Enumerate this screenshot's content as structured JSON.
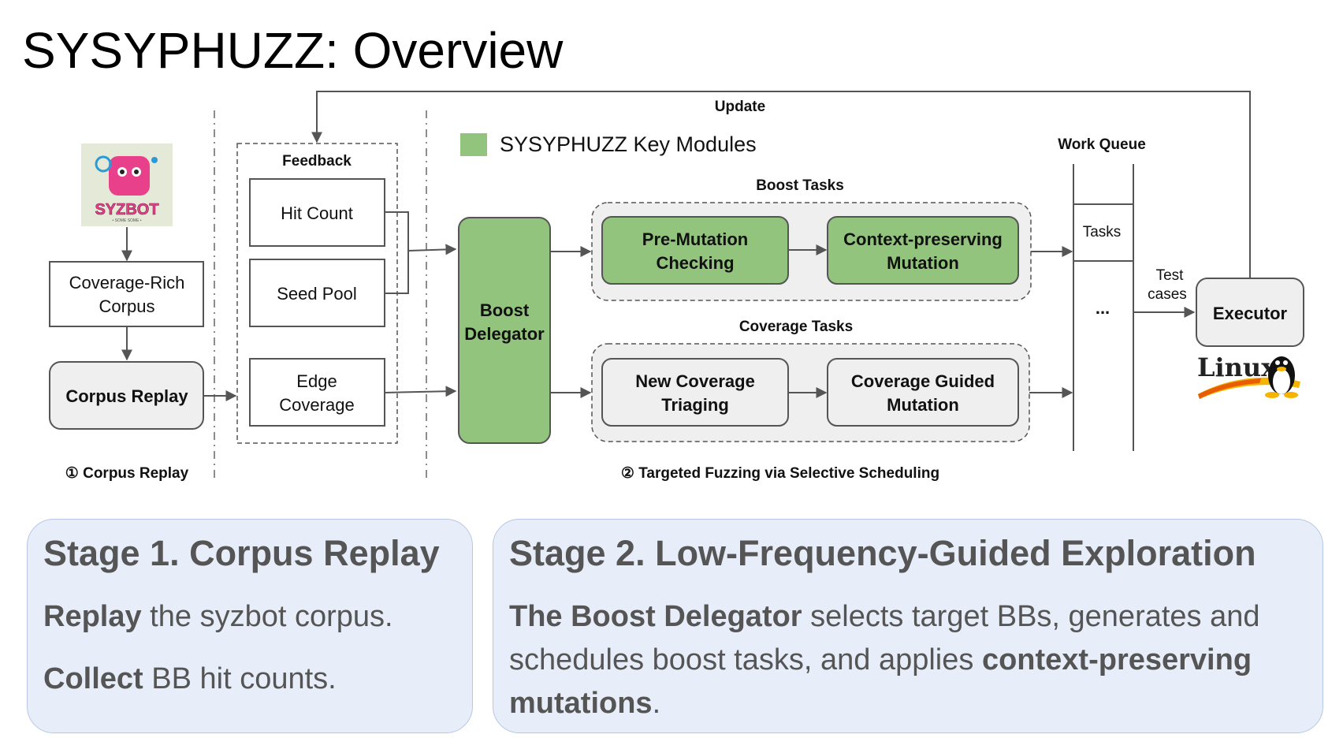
{
  "slide": {
    "title": "SYSYPHUZZ: Overview"
  },
  "legend": {
    "label": "SYSYPHUZZ Key Modules",
    "color": "#93c47d"
  },
  "diagram": {
    "update_label": "Update",
    "syzbot_logo": {
      "text": "SYZBOT",
      "subtext": "• SOME SOME •"
    },
    "corpus": "Coverage-Rich Corpus",
    "corpus_replay": "Corpus Replay",
    "feedback": {
      "title": "Feedback",
      "hit_count": "Hit Count",
      "seed_pool": "Seed Pool",
      "edge_coverage": "Edge Coverage"
    },
    "boost_delegator": "Boost Delegator",
    "boost_tasks": {
      "title": "Boost Tasks",
      "pre_mutation": "Pre-Mutation Checking",
      "context_preserving": "Context-preserving Mutation"
    },
    "coverage_tasks": {
      "title": "Coverage Tasks",
      "new_coverage": "New Coverage Triaging",
      "coverage_guided": "Coverage Guided Mutation"
    },
    "work_queue": {
      "title": "Work Queue",
      "tasks": "Tasks",
      "ellipsis": "..."
    },
    "test_cases": "Test cases",
    "executor": "Executor",
    "linux_logo": "Linux",
    "stage1_caption": "① Corpus Replay",
    "stage2_caption": "② Targeted Fuzzing via Selective Scheduling",
    "colors": {
      "key_module": "#93c47d",
      "box_gray": "#efefef",
      "line": "#555555"
    }
  },
  "stages": [
    {
      "title": "Stage 1. Corpus Replay",
      "line1_bold": "Replay",
      "line1_rest": " the syzbot corpus.",
      "line2_bold": "Collect",
      "line2_rest": " BB hit counts."
    },
    {
      "title": "Stage 2. Low-Frequency-Guided Exploration",
      "bold_a": "The Boost Delegator",
      "text_a": " selects target BBs, generates and schedules boost tasks, and applies ",
      "bold_b": "context-preserving mutations",
      "text_b": "."
    }
  ]
}
